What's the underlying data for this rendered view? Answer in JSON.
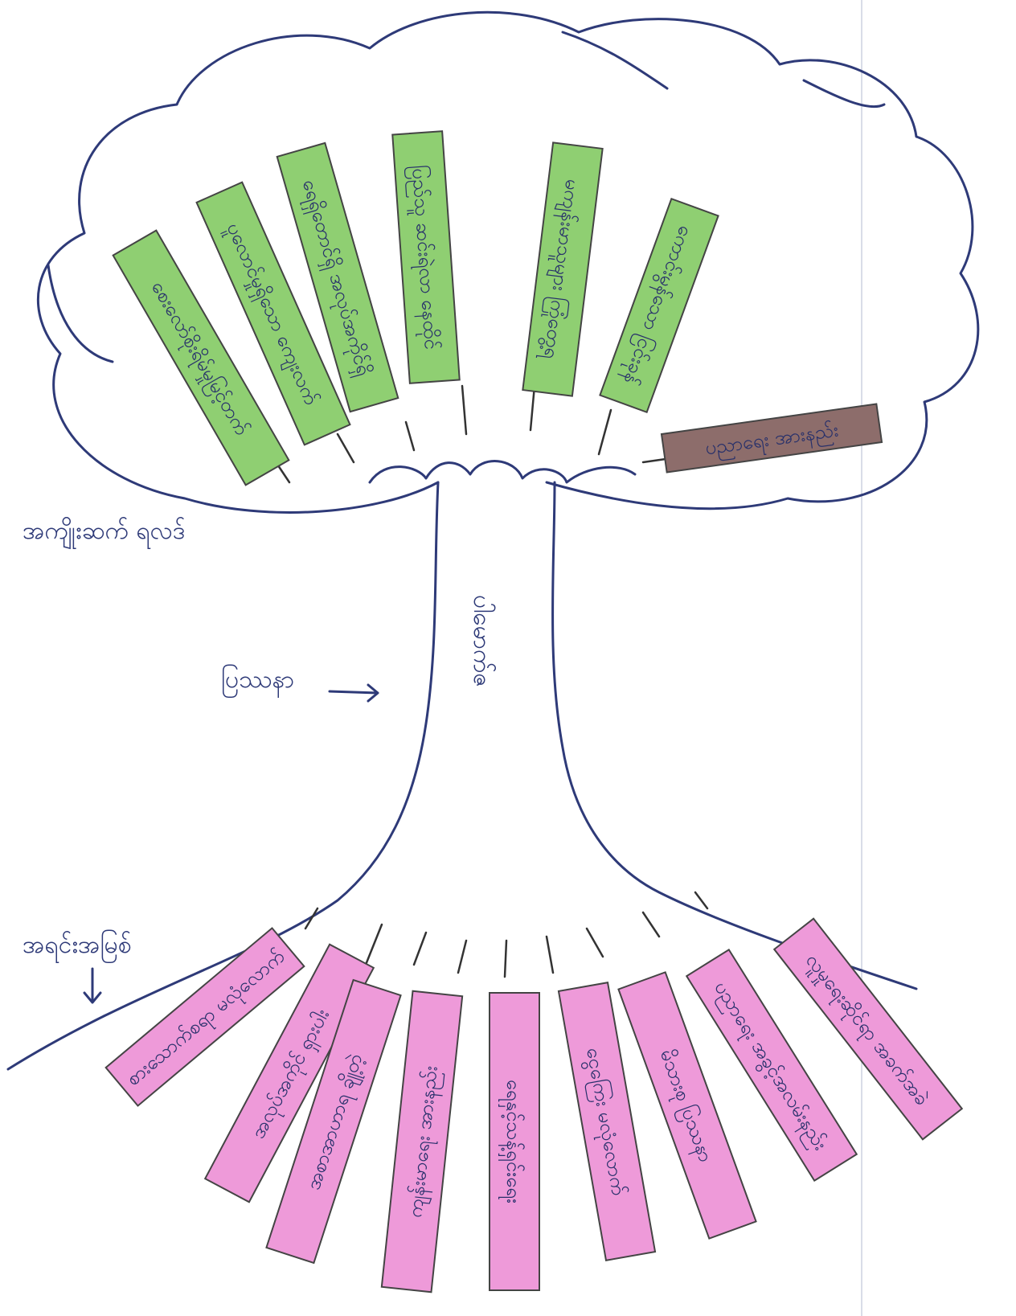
{
  "colors": {
    "ink": "#2e3a78",
    "branch_fill": "#8fcf72",
    "highlight_fill": "#8d6d6b",
    "root_fill": "#ee9ad9"
  },
  "labels": {
    "branches": "အကျိုးဆက် ရလဒ်",
    "trunk": "ပြဿနာ",
    "roots": "အရင်းအမြစ်",
    "problem": "ပါမောက်ဇ"
  },
  "branch_strips": [
    {
      "text": "စေးလော်စိုးရိမ်မှုမြင့်တက်"
    },
    {
      "text": "ပူလောင်မှုရှိသော ကျေးလက်"
    },
    {
      "text": "ရေရှိတောင်ရှိ အလုပ်အကိုင်ရှိ"
    },
    {
      "text": "ပြည်သူ ဆင်းရဲလာ နေထိုင်"
    },
    {
      "text": "မကျန်းမာသူများ ကြုံတွေ့ရ"
    },
    {
      "text": "ကောင်းမွန်သော ငြင်းခုန်"
    },
    {
      "text": "ပညာရေး အားနည်း",
      "highlight": true
    }
  ],
  "root_strips": [
    {
      "text": "စားသောက်စရာ မလုံလောက်"
    },
    {
      "text": "အလုပ်အကိုင် ရှားပါး"
    },
    {
      "text": "အစာအာဟာရ ချို့တဲ့"
    },
    {
      "text": "ကျန်းမာရေး အားနည်း"
    },
    {
      "text": "ရေနှင့်သန့်ရှင်းရေး"
    },
    {
      "text": "ငွေကြေး မလုံလောက်"
    },
    {
      "text": "မိသားစု ပြဿနာ"
    },
    {
      "text": "ပညာရေး အခွင့်အလမ်းနည်း"
    },
    {
      "text": "လူမှုရေးဆိုင်ရာ အခက်အခဲ"
    }
  ]
}
